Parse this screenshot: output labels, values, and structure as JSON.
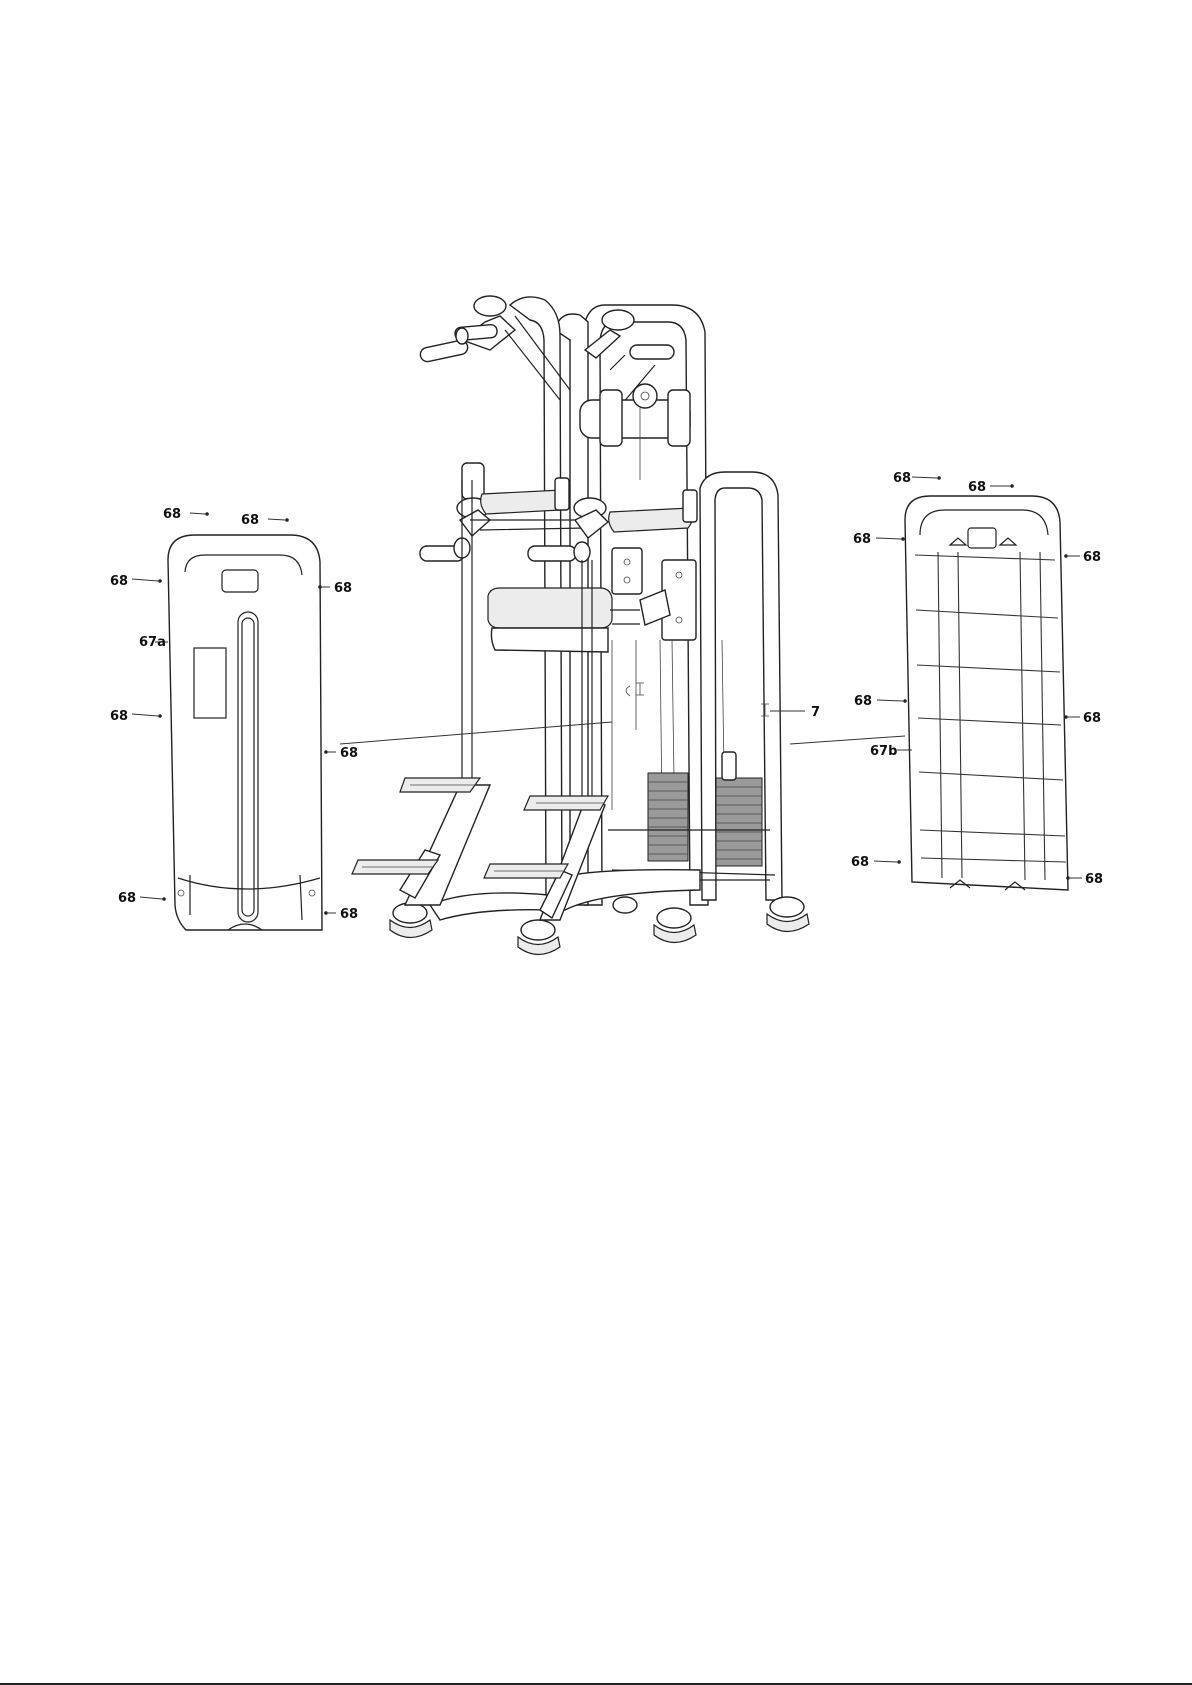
{
  "callouts": {
    "screw": "68",
    "left_shroud": "67a",
    "right_shroud": "67b",
    "frame": "7"
  },
  "colors": {
    "line": "#222222",
    "background": "#ffffff",
    "weight_stack": "#9a9a9a"
  }
}
